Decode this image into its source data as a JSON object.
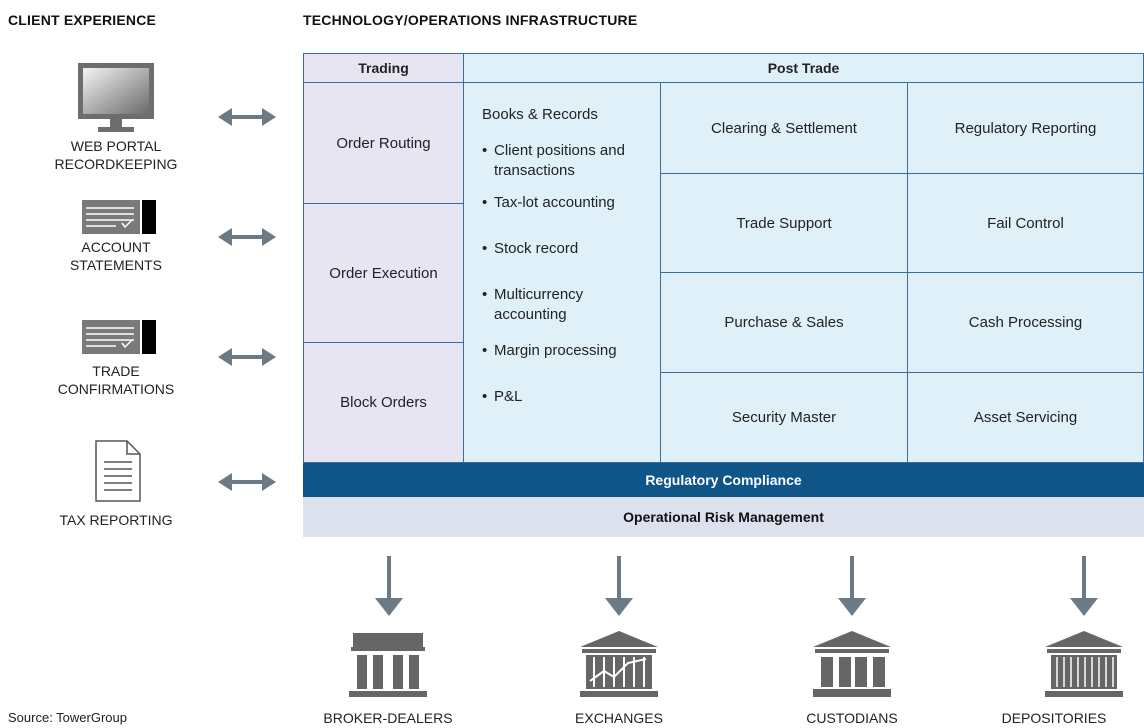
{
  "headers": {
    "client": "CLIENT EXPERIENCE",
    "infra": "TECHNOLOGY/OPERATIONS INFRASTRUCTURE"
  },
  "client_items": [
    {
      "line1": "WEB PORTAL",
      "line2": "RECORDKEEPING",
      "icon": "monitor-icon"
    },
    {
      "line1": "ACCOUNT",
      "line2": "STATEMENTS",
      "icon": "statement-icon"
    },
    {
      "line1": "TRADE",
      "line2": "CONFIRMATIONS",
      "icon": "confirmation-icon"
    },
    {
      "line1": "TAX REPORTING",
      "line2": "",
      "icon": "document-icon"
    }
  ],
  "columns": {
    "trading": "Trading",
    "post_trade": "Post Trade"
  },
  "trading_cells": [
    "Order Routing",
    "Order Execution",
    "Block Orders"
  ],
  "books": {
    "title": "Books & Records",
    "items": [
      "Client positions and transactions",
      "Tax-lot accounting",
      "Stock record",
      "Multicurrency accounting",
      "Margin processing",
      "P&L"
    ]
  },
  "post_grid": [
    [
      "Clearing & Settlement",
      "Regulatory Reporting"
    ],
    [
      "Trade Support",
      "Fail Control"
    ],
    [
      "Purchase & Sales",
      "Cash Processing"
    ],
    [
      "Security Master",
      "Asset Servicing"
    ]
  ],
  "bands": {
    "compliance": "Regulatory Compliance",
    "risk": "Operational Risk Management"
  },
  "institutions": [
    "BROKER-DEALERS",
    "EXCHANGES",
    "CUSTODIANS",
    "DEPOSITORIES"
  ],
  "source": "Source: TowerGroup",
  "colors": {
    "trading_bg": "#e8e5f3",
    "post_bg": "#dff0f8",
    "border": "#3a6e9a",
    "compliance_bg": "#0f5588",
    "risk_bg": "#dde1ee",
    "arrow": "#6b7a85",
    "icon_gray": "#666666"
  }
}
